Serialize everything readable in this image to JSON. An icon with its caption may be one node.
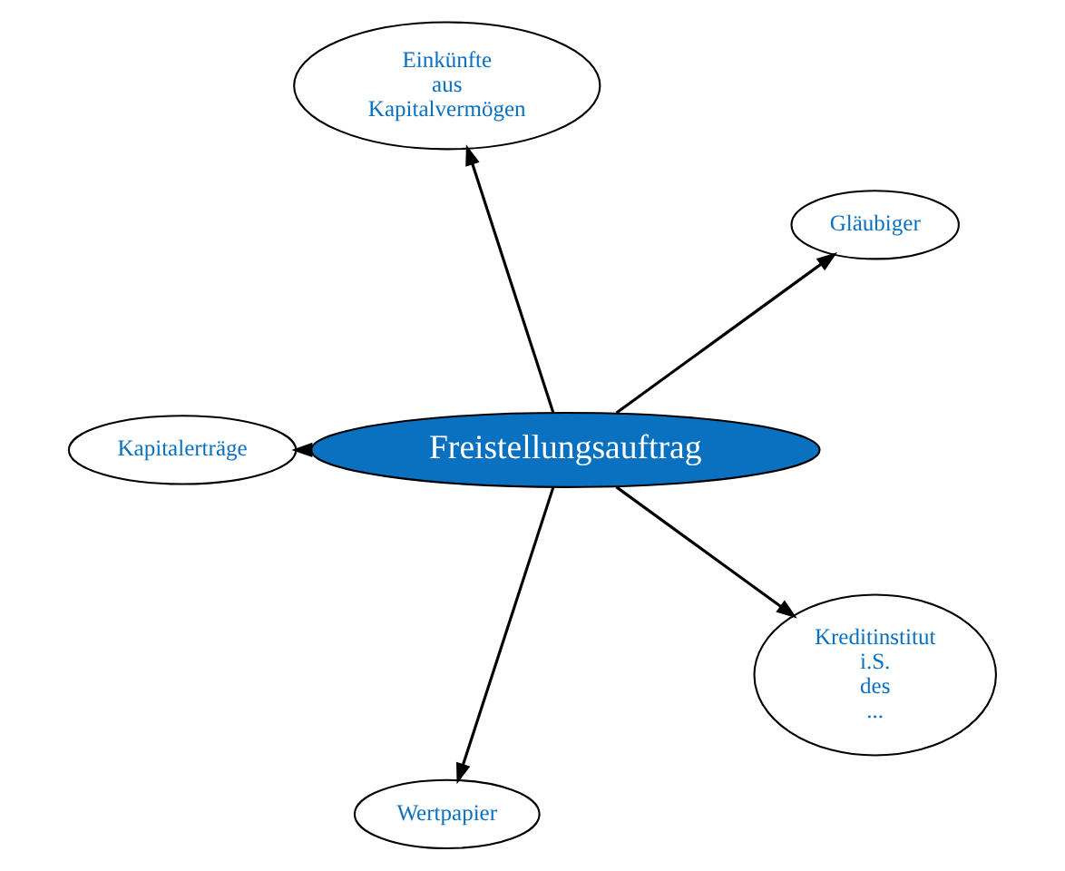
{
  "diagram": {
    "nodes": [
      {
        "text": [
          "Freistellungsauftrag"
        ]
      },
      {
        "text": [
          "Gläubiger"
        ]
      },
      {
        "text": [
          "Einkünfte aus Kapitalvermögen"
        ]
      },
      {
        "text": [
          "Kapitalerträge"
        ]
      },
      {
        "text": [
          "Wertpapier"
        ]
      },
      {
        "text": [
          "Kreditinstitut i.S. des ..."
        ]
      }
    ],
    "edges": [
      {
        "from": 0,
        "to": 1,
        "arrow": "to"
      },
      {
        "from": 0,
        "to": 2,
        "arrow": "to"
      },
      {
        "from": 0,
        "to": 3,
        "arrow": "to"
      },
      {
        "from": 0,
        "to": 4,
        "arrow": "to"
      },
      {
        "from": 0,
        "to": 5,
        "arrow": "to"
      }
    ]
  }
}
